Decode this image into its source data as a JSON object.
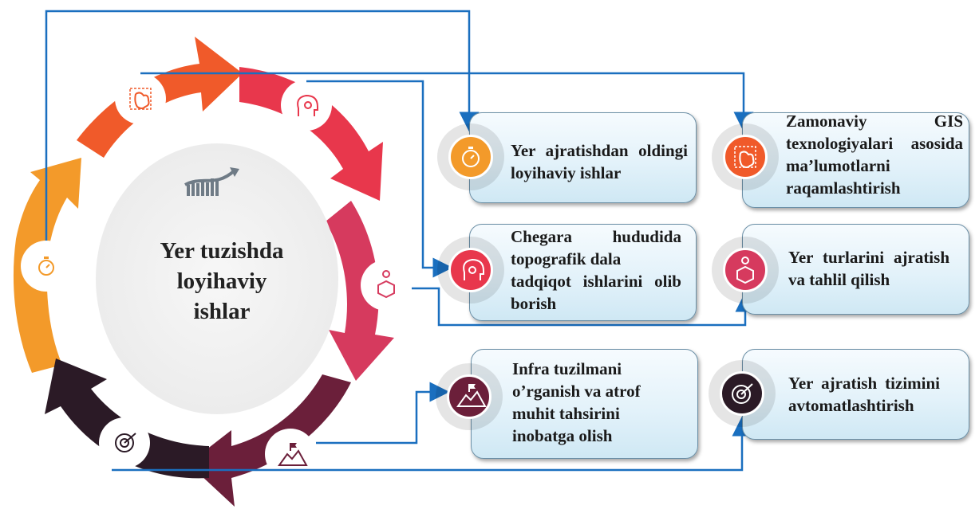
{
  "center": {
    "title_lines": [
      "Yer tuzishda",
      "loyihaviy",
      "ishlar"
    ]
  },
  "steps": [
    {
      "id": "1",
      "color": "#f39a2a",
      "icon": "stopwatch-icon",
      "lines": [
        "Yer ajratishdan oldingi",
        "loyihaviy ishlar"
      ]
    },
    {
      "id": "2",
      "color": "#f05a2a",
      "icon": "brain-icon",
      "lines": [
        "Zamonaviy GIS",
        "texnologiyalari asosida",
        "ma’lumotlarni",
        "raqamlashtirish"
      ]
    },
    {
      "id": "3",
      "color": "#e8374c",
      "icon": "head-gear-icon",
      "lines": [
        "Chegara hududida",
        "topografik dala",
        "tadqiqot ishlarini olib",
        "borish"
      ]
    },
    {
      "id": "4",
      "color": "#d63a5e",
      "icon": "box-idea-icon",
      "lines": [
        "Yer turlarini ajratish",
        "va tahlil qilish"
      ]
    },
    {
      "id": "5",
      "color": "#6b1f3a",
      "icon": "mountain-flag-icon",
      "lines": [
        "Infra tuzilmani",
        "o’rganish va atrof",
        "muhit tahsirini",
        "inobatga olish"
      ]
    },
    {
      "id": "6",
      "color": "#2b1a26",
      "icon": "target-icon",
      "lines": [
        "Yer ajratish tizimini",
        "avtomatlashtirish"
      ]
    }
  ],
  "colors": {
    "connector": "#1a6fbf",
    "ring_orange": "#f39a2a",
    "ring_orange_red": "#f05a2a",
    "ring_red": "#e8374c",
    "ring_crimson": "#d63a5e",
    "ring_maroon": "#6b1f3a",
    "ring_dark": "#2b1a26"
  }
}
